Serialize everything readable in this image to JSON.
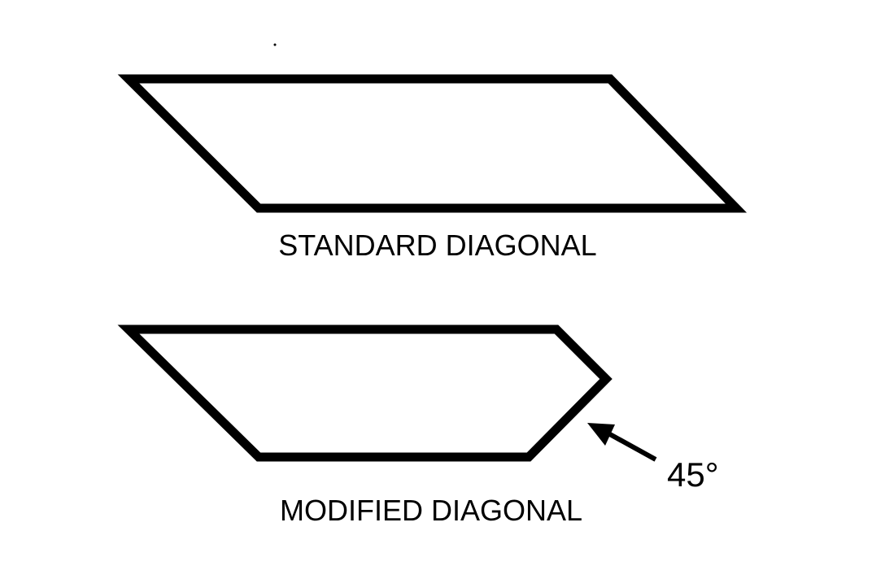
{
  "diagram": {
    "standard": {
      "label": "STANDARD DIAGONAL"
    },
    "modified": {
      "label": "MODIFIED DIAGONAL",
      "angle_label": "45°"
    },
    "colors": {
      "stroke": "#000000",
      "background": "#ffffff"
    }
  }
}
